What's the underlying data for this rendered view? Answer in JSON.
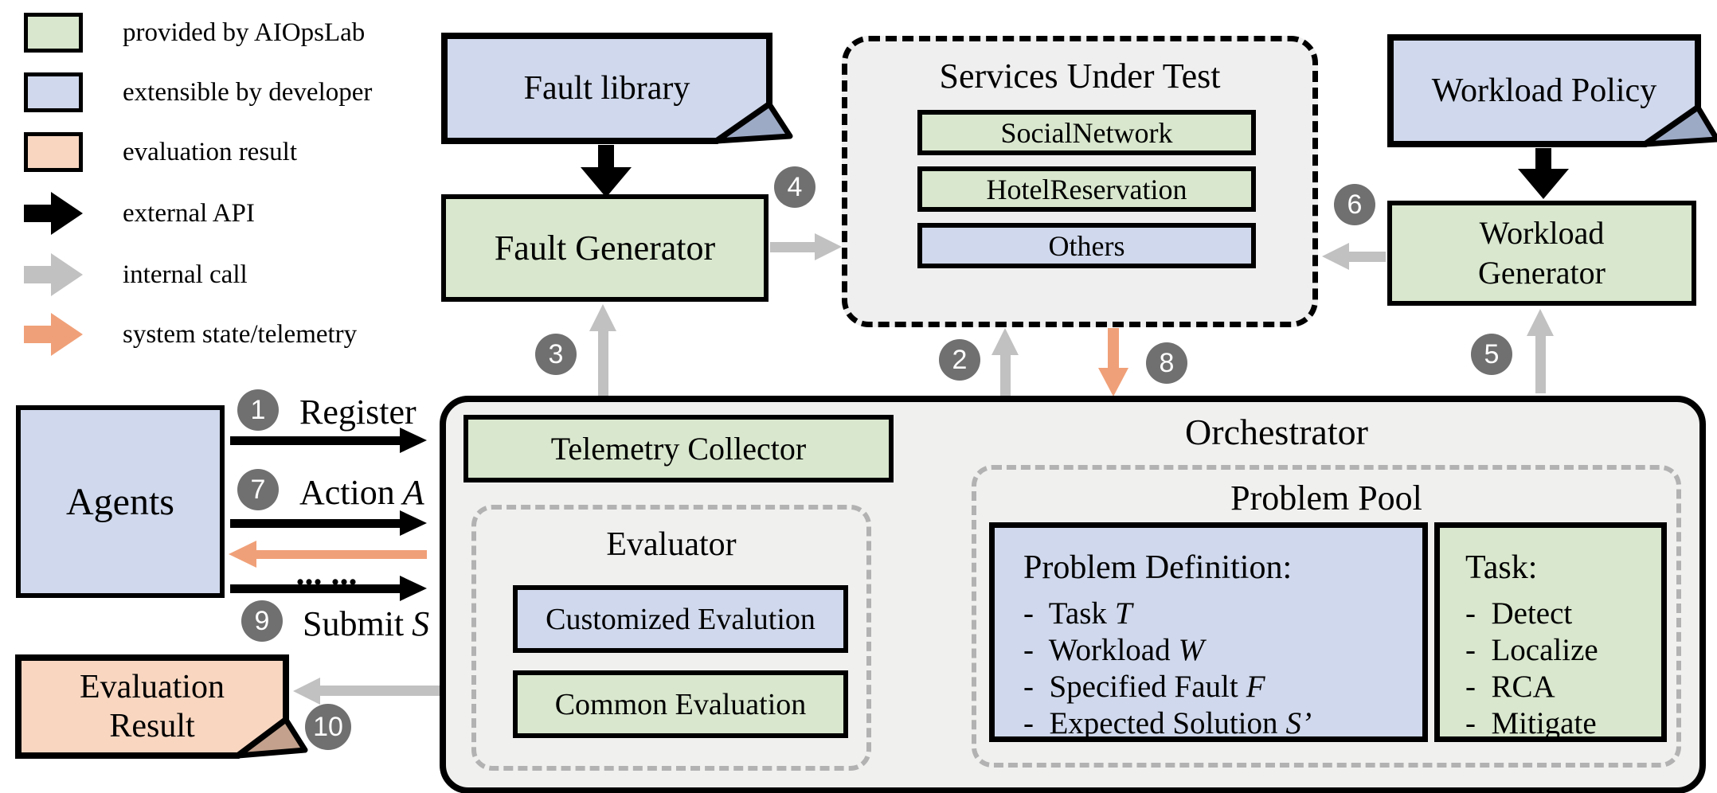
{
  "colors": {
    "provided_green": "#d8e7cd",
    "extensible_blue": "#cfd8ec",
    "evaluation_peach": "#f8d6c0",
    "external_api_black": "#000000",
    "internal_call_gray": "#c1c1c1",
    "telemetry_orange": "#f0a078",
    "step_badge_gray": "#707070",
    "panel_background": "#f0f0ef"
  },
  "legend": {
    "items": [
      {
        "label": "provided by AIOpsLab"
      },
      {
        "label": "extensible by developer"
      },
      {
        "label": "evaluation result"
      },
      {
        "label": "external API"
      },
      {
        "label": "internal call"
      },
      {
        "label": "system state/telemetry"
      }
    ]
  },
  "nodes": {
    "fault_library": {
      "label": "Fault library"
    },
    "fault_generator": {
      "label": "Fault Generator"
    },
    "services_under_test": {
      "title": "Services Under Test",
      "services": [
        {
          "name": "SocialNetwork"
        },
        {
          "name": "HotelReservation"
        },
        {
          "name": "Others"
        }
      ]
    },
    "workload_policy": {
      "label": "Workload Policy"
    },
    "workload_generator": {
      "label": "Workload\nGenerator"
    },
    "agents": {
      "label": "Agents"
    },
    "evaluation_result": {
      "label": "Evaluation\nResult"
    }
  },
  "flows": {
    "register": {
      "step": "1",
      "label": "Register",
      "var": ""
    },
    "action": {
      "step": "7",
      "label": "Action",
      "var": "A"
    },
    "ellipsis": "... ...",
    "submit": {
      "step": "9",
      "label": "Submit",
      "var": "S"
    },
    "steps": {
      "s2": "2",
      "s3": "3",
      "s4": "4",
      "s5": "5",
      "s6": "6",
      "s8": "8",
      "s10": "10"
    }
  },
  "orchestrator": {
    "title": "Orchestrator",
    "telemetry_collector": {
      "label": "Telemetry Collector"
    },
    "evaluator": {
      "title": "Evaluator",
      "customized": {
        "label": "Customized Evalution"
      },
      "common": {
        "label": "Common Evaluation"
      }
    },
    "problem_pool": {
      "title": "Problem Pool",
      "problem_definition": {
        "title": "Problem Definition:",
        "items": [
          {
            "text": "-  Task",
            "var": "T"
          },
          {
            "text": "-  Workload",
            "var": "W"
          },
          {
            "text": "-  Specified Fault",
            "var": "F"
          },
          {
            "text": "-  Expected Solution",
            "var": "S’"
          }
        ]
      },
      "task": {
        "title": "Task:",
        "items": [
          {
            "text": "-  Detect"
          },
          {
            "text": "-  Localize"
          },
          {
            "text": "-  RCA"
          },
          {
            "text": "-  Mitigate"
          }
        ]
      }
    }
  }
}
